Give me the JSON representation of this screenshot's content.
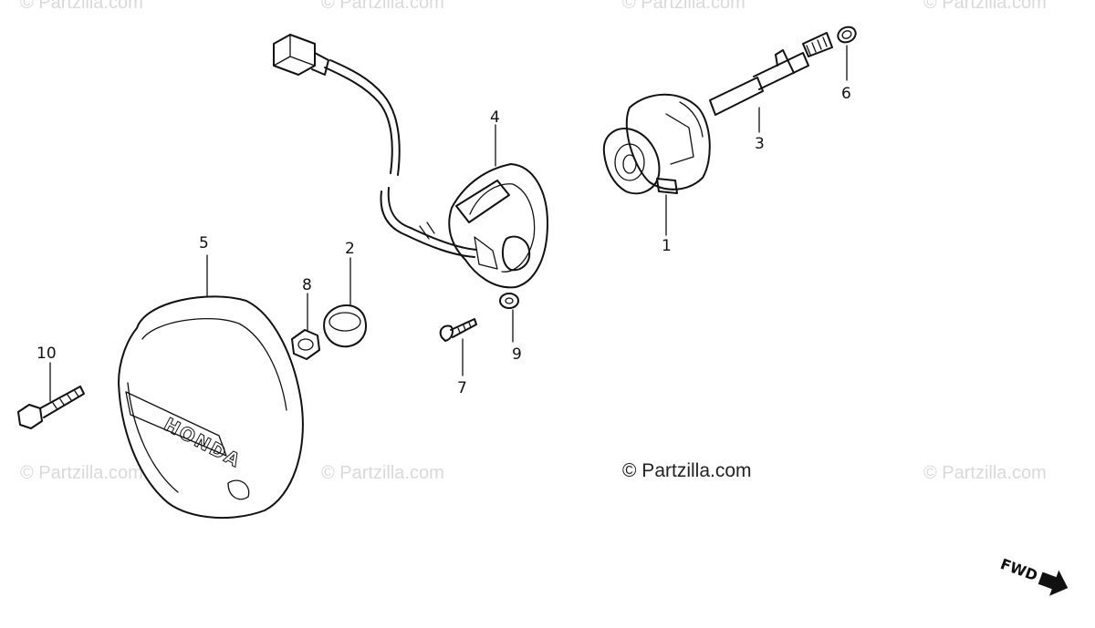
{
  "watermark": {
    "text": "© Partzilla.com",
    "main_text": "© Partzilla.com"
  },
  "logo_text": "HONDA",
  "direction_label": "FWD",
  "callouts": {
    "c1": "1",
    "c2": "2",
    "c3": "3",
    "c4": "4",
    "c5": "5",
    "c6": "6",
    "c7": "7",
    "c8": "8",
    "c9": "9",
    "c10": "10"
  },
  "colors": {
    "ink": "#111111",
    "watermark": "#d9d9d9"
  }
}
